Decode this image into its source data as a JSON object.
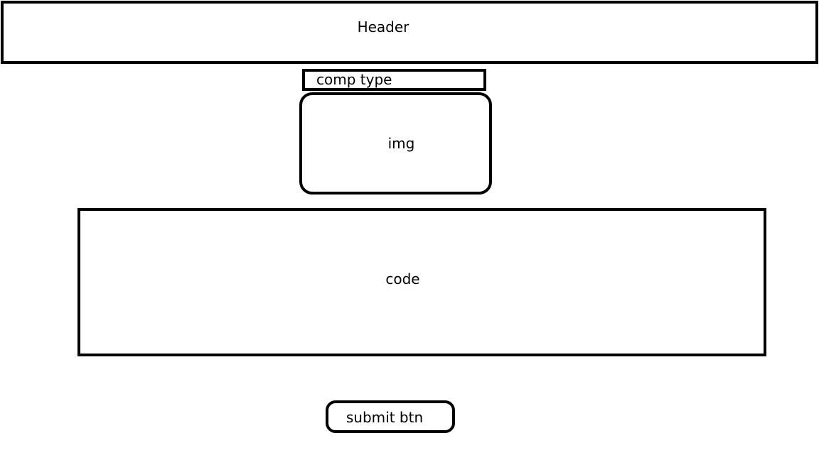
{
  "header": {
    "label": "Header"
  },
  "comp_type": {
    "label": "comp type"
  },
  "image_placeholder": {
    "label": "img"
  },
  "code_area": {
    "label": "code"
  },
  "submit": {
    "label": "submit btn"
  }
}
